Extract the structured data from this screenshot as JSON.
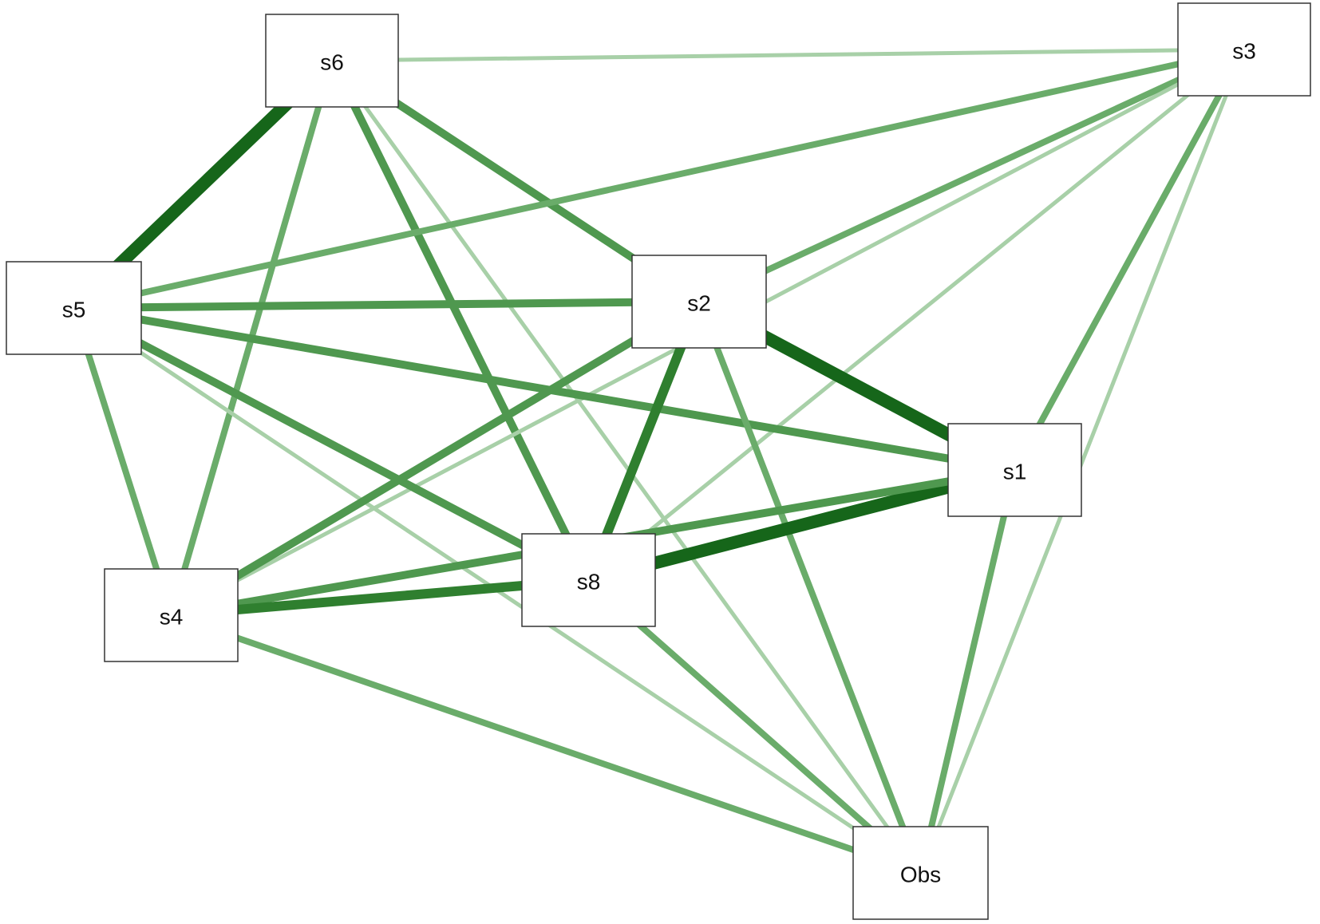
{
  "nodes": [
    {
      "id": "s6",
      "label": "s6"
    },
    {
      "id": "s3",
      "label": "s3"
    },
    {
      "id": "s5",
      "label": "s5"
    },
    {
      "id": "s2",
      "label": "s2"
    },
    {
      "id": "s1",
      "label": "s1"
    },
    {
      "id": "s8",
      "label": "s8"
    },
    {
      "id": "s4",
      "label": "s4"
    },
    {
      "id": "Obs",
      "label": "Obs"
    }
  ],
  "edges": [
    {
      "from": "s6",
      "to": "s3",
      "strength": 1
    },
    {
      "from": "s6",
      "to": "s5",
      "strength": 5
    },
    {
      "from": "s6",
      "to": "s4",
      "strength": 2
    },
    {
      "from": "s6",
      "to": "s8",
      "strength": 3
    },
    {
      "from": "s6",
      "to": "s2",
      "strength": 3
    },
    {
      "from": "s6",
      "to": "Obs",
      "strength": 1
    },
    {
      "from": "s3",
      "to": "s5",
      "strength": 2
    },
    {
      "from": "s3",
      "to": "s2",
      "strength": 2
    },
    {
      "from": "s3",
      "to": "s4",
      "strength": 1
    },
    {
      "from": "s3",
      "to": "s8",
      "strength": 1
    },
    {
      "from": "s3",
      "to": "s1",
      "strength": 2
    },
    {
      "from": "s3",
      "to": "Obs",
      "strength": 1
    },
    {
      "from": "s5",
      "to": "s2",
      "strength": 3
    },
    {
      "from": "s5",
      "to": "s1",
      "strength": 3
    },
    {
      "from": "s5",
      "to": "s8",
      "strength": 3
    },
    {
      "from": "s5",
      "to": "s4",
      "strength": 2
    },
    {
      "from": "s5",
      "to": "Obs",
      "strength": 1
    },
    {
      "from": "s2",
      "to": "s1",
      "strength": 5
    },
    {
      "from": "s2",
      "to": "s8",
      "strength": 4
    },
    {
      "from": "s2",
      "to": "s4",
      "strength": 3
    },
    {
      "from": "s2",
      "to": "Obs",
      "strength": 2
    },
    {
      "from": "s1",
      "to": "s8",
      "strength": 5
    },
    {
      "from": "s1",
      "to": "s4",
      "strength": 3
    },
    {
      "from": "s1",
      "to": "Obs",
      "strength": 2
    },
    {
      "from": "s8",
      "to": "s4",
      "strength": 4
    },
    {
      "from": "s8",
      "to": "Obs",
      "strength": 2
    },
    {
      "from": "s4",
      "to": "Obs",
      "strength": 2
    }
  ],
  "edge_colors": {
    "1": "#a8d0a8",
    "2": "#6aac6a",
    "3": "#4f984f",
    "4": "#2f7f2f",
    "5": "#16661a"
  }
}
